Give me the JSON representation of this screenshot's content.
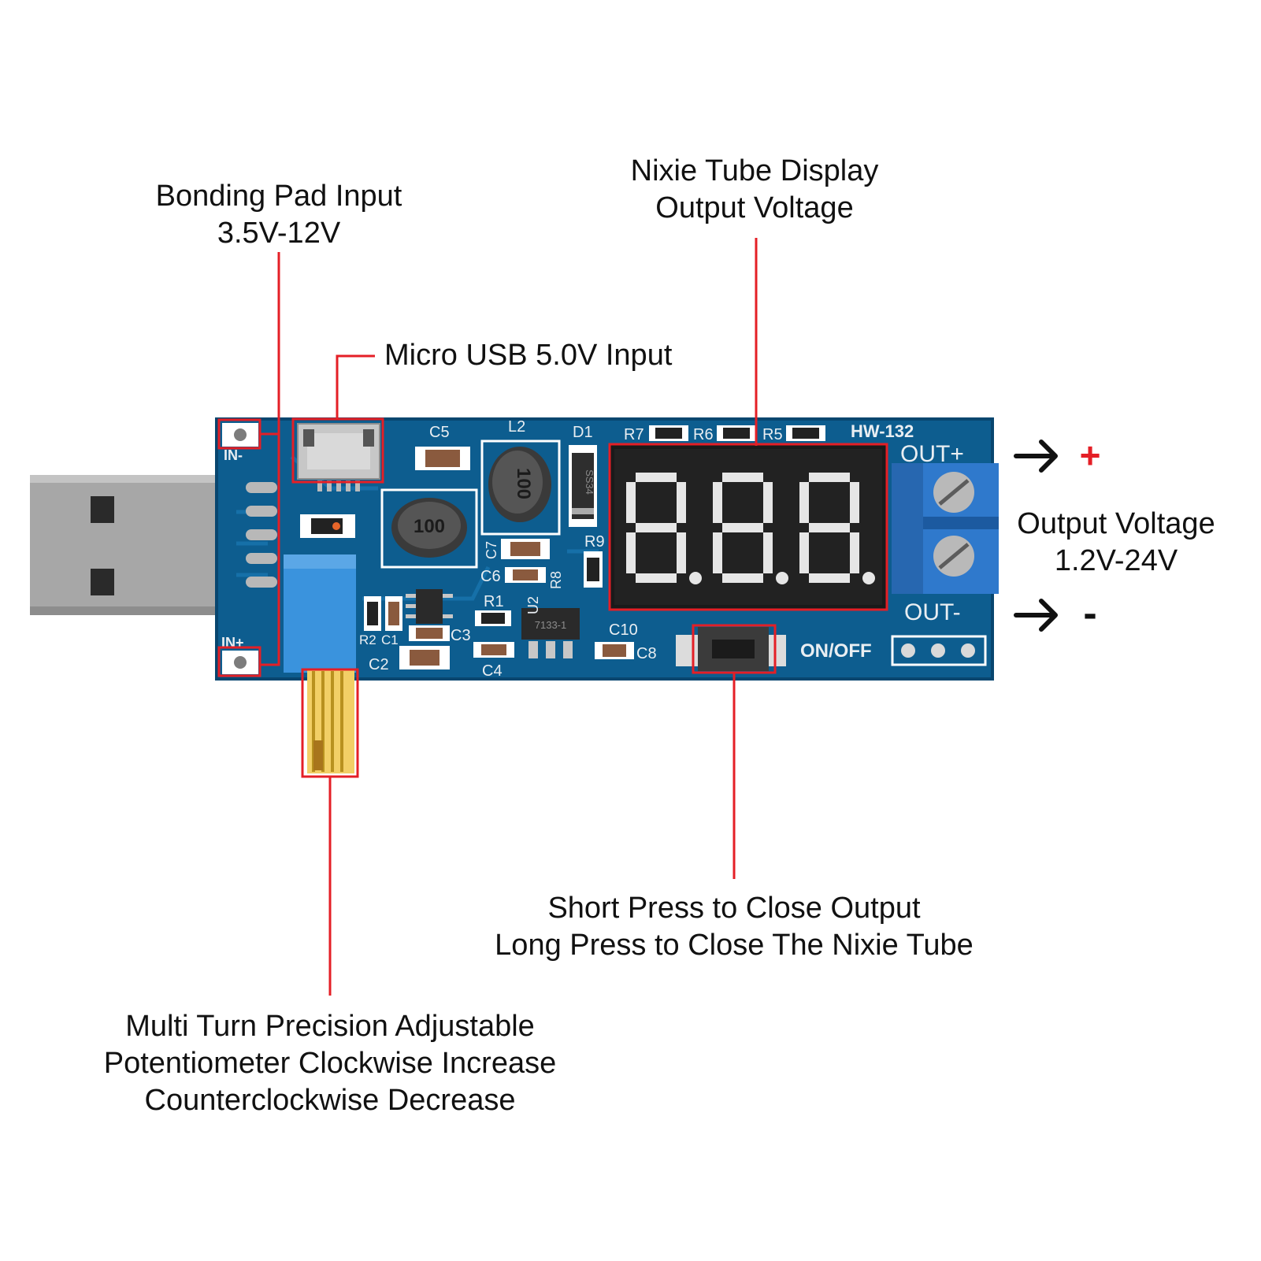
{
  "callouts": {
    "bonding_pad": {
      "line1": "Bonding Pad Input",
      "line2": "3.5V-12V"
    },
    "nixie_display": {
      "line1": "Nixie Tube Display",
      "line2": "Output Voltage"
    },
    "micro_usb": {
      "line1": "Micro USB 5.0V Input"
    },
    "output_voltage": {
      "line1": "Output Voltage",
      "line2": "1.2V-24V"
    },
    "button": {
      "line1": "Short Press to Close Output",
      "line2": "Long Press to Close The Nixie Tube"
    },
    "potentiometer": {
      "line1": "Multi Turn Precision Adjustable",
      "line2": "Potentiometer Clockwise Increase",
      "line3": "Counterclockwise Decrease"
    }
  },
  "terminals": {
    "plus_symbol": "+",
    "minus_symbol": "-"
  },
  "board": {
    "model": "HW-132",
    "out_plus": "OUT+",
    "out_minus": "OUT-",
    "on_off": "ON/OFF",
    "in_minus": "IN-",
    "in_plus": "IN+",
    "inductor_marking": "100",
    "ic_marking": "7133-1",
    "diode_marking": "SS34",
    "component_labels": {
      "c5": "C5",
      "l2": "L2",
      "d1": "D1",
      "r7": "R7",
      "r6": "R6",
      "r5": "R5",
      "r9": "R9",
      "r8": "R8",
      "c6": "C6",
      "c7": "C7",
      "r1": "R1",
      "u2": "U2",
      "c10": "C10",
      "c8": "C8",
      "c3": "C3",
      "c4": "C4",
      "r2": "R2",
      "c1": "C1",
      "c2": "C2"
    },
    "display_digits": "8.8.8."
  },
  "colors": {
    "callout_line": "#e41f26",
    "pcb": "#0d5d8f",
    "pcb_dark": "#08466f",
    "terminal_block": "#2f79cc",
    "potentiometer": "#3a93dd",
    "display": "#1a1a1a",
    "usb_plug": "#a9a9a9",
    "plus_symbol": "#e41f26"
  }
}
